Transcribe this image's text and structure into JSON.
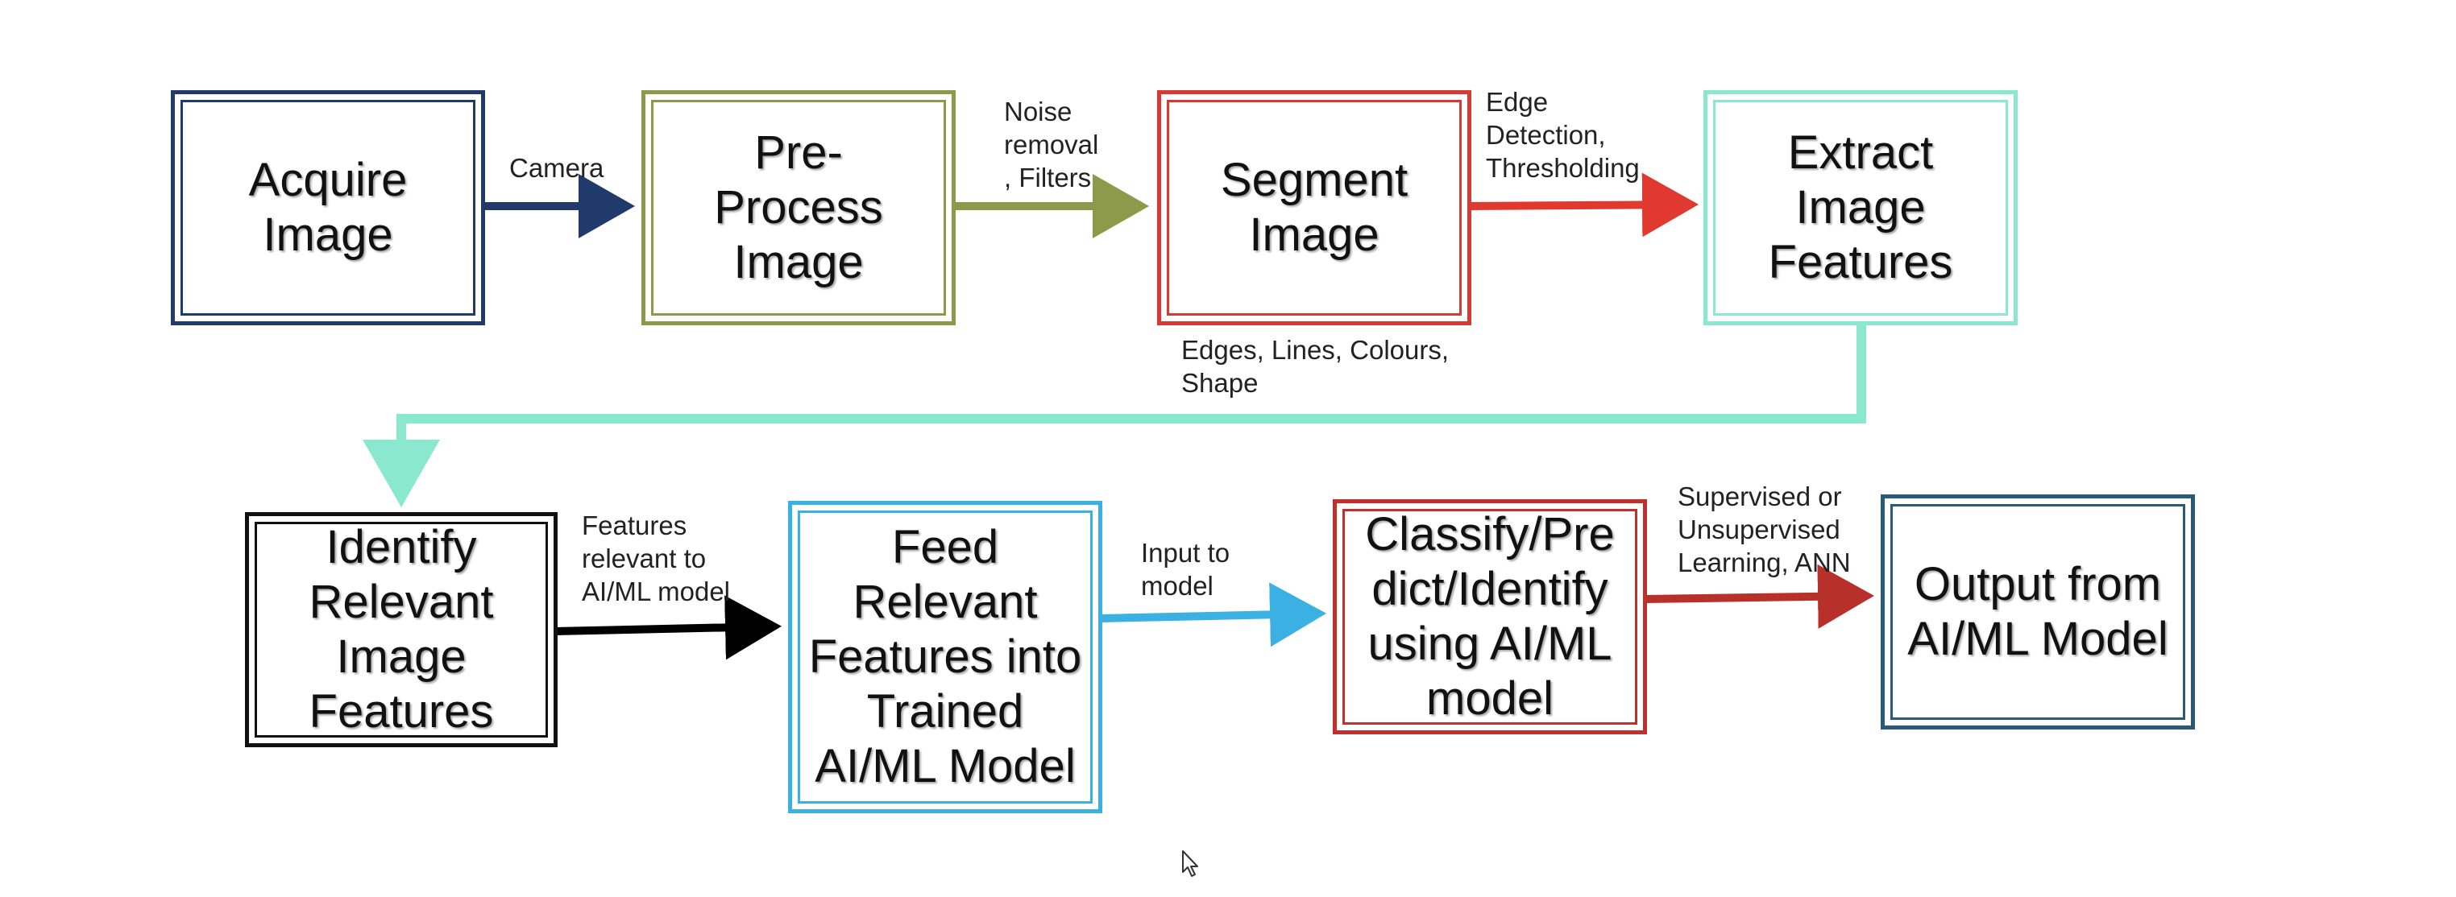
{
  "diagram": {
    "boxes": [
      {
        "id": "acquire",
        "label": "Acquire\nImage",
        "color": "#1f3a6b"
      },
      {
        "id": "preprocess",
        "label": "Pre-\nProcess\nImage",
        "color": "#8c9a4a"
      },
      {
        "id": "segment",
        "label": "Segment\nImage",
        "color": "#d83a33"
      },
      {
        "id": "extract",
        "label": "Extract\nImage\nFeatures",
        "color": "#8ae8cf"
      },
      {
        "id": "identify",
        "label": "Identify\nRelevant\nImage\nFeatures",
        "color": "#111111"
      },
      {
        "id": "feed",
        "label": "Feed\nRelevant\nFeatures into\nTrained\nAI/ML Model",
        "color": "#3bb0e3"
      },
      {
        "id": "classify",
        "label": "Classify/Pre\ndict/Identify\nusing AI/ML\nmodel",
        "color": "#c2302b"
      },
      {
        "id": "output",
        "label": "Output from\nAI/ML Model",
        "color": "#285a7a"
      }
    ],
    "edge_labels": {
      "camera": "Camera",
      "noise": "Noise\nremoval\n, Filters",
      "edge_detection": "Edge\nDetection,\nThresholding",
      "edges_lines": "Edges, Lines, Colours,\nShape",
      "features_relevant": "Features\nrelevant to\nAI/ML model",
      "input_model": "Input to\nmodel",
      "supervised": "Supervised or\nUnsupervised\nLearning, ANN"
    },
    "arrow_colors": {
      "camera": "#1f3a6b",
      "noise": "#8c9a4a",
      "edge_detection": "#e03a30",
      "connector": "#8ae8cf",
      "features_relevant": "#000000",
      "input_model": "#3bb0e3",
      "supervised": "#b8302a"
    }
  }
}
